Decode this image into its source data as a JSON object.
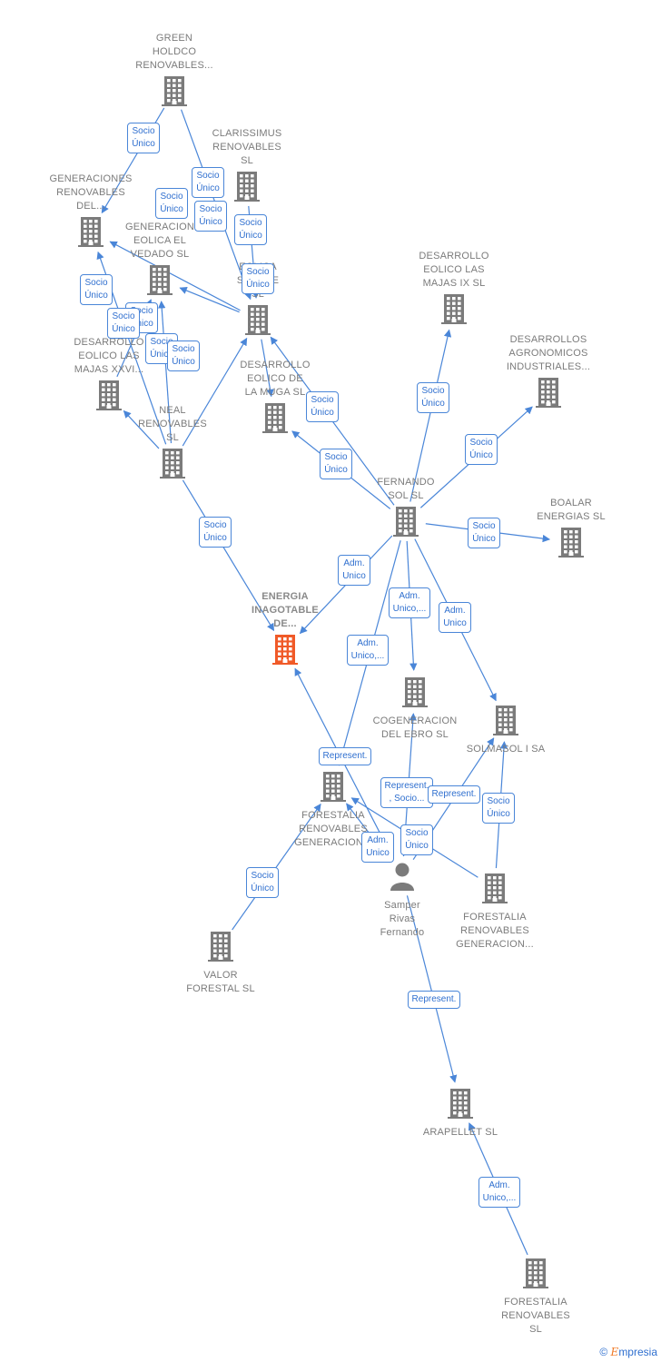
{
  "colors": {
    "edge": "#4a86d8",
    "node": "#7b7b7b",
    "main_node": "#f05a28"
  },
  "nodes": [
    {
      "id": "green",
      "label": "GREEN\nHOLDCO\nRENOVABLES...",
      "type": "company"
    },
    {
      "id": "clarissimus",
      "label": "CLARISSIMUS\nRENOVABLES\nSL",
      "type": "company"
    },
    {
      "id": "generaciones",
      "label": "GENERACIONES\nRENOVABLES\nDEL...",
      "type": "company"
    },
    {
      "id": "generacion_vedado",
      "label": "GENERACION\nEOLICA EL\nVEDADO SL",
      "type": "company"
    },
    {
      "id": "eolica_sol",
      "label": "EOLICA\nSOL...LE\nSL",
      "type": "company"
    },
    {
      "id": "desarrollo_xxvi",
      "label": "DESARROLLO\nEOLICO LAS\nMAJAS XXVI...",
      "type": "company"
    },
    {
      "id": "neal",
      "label": "NEAL\nRENOVABLES\nSL",
      "type": "company"
    },
    {
      "id": "desarrollo_muga",
      "label": "DESARROLLO\nEOLICO DE\nLA MUGA SL",
      "type": "company"
    },
    {
      "id": "desarrollo_ix",
      "label": "DESARROLLO\nEOLICO LAS\nMAJAS IX  SL",
      "type": "company"
    },
    {
      "id": "desarrollos_agro",
      "label": "DESARROLLOS\nAGRONOMICOS\nINDUSTRIALES...",
      "type": "company"
    },
    {
      "id": "fernando_sol",
      "label": "FERNANDO\nSOL SL",
      "type": "company"
    },
    {
      "id": "boalar",
      "label": "BOALAR\nENERGIAS  SL",
      "type": "company"
    },
    {
      "id": "energia",
      "label": "ENERGIA\nINAGOTABLE\nDE...",
      "type": "main"
    },
    {
      "id": "cogeneracion",
      "label": "COGENERACION\nDEL EBRO  SL",
      "type": "company"
    },
    {
      "id": "solmasol",
      "label": "SOLMASOL I SA",
      "type": "company"
    },
    {
      "id": "forestalia_gen1",
      "label": "FORESTALIA\nRENOVABLES\nGENERACION...",
      "type": "company"
    },
    {
      "id": "samper",
      "label": "Samper\nRivas\nFernando",
      "type": "person"
    },
    {
      "id": "forestalia_gen2",
      "label": "FORESTALIA\nRENOVABLES\nGENERACION...",
      "type": "company"
    },
    {
      "id": "valor",
      "label": "VALOR\nFORESTAL SL",
      "type": "company"
    },
    {
      "id": "arapellet",
      "label": "ARAPELLET  SL",
      "type": "company"
    },
    {
      "id": "forestalia_sl",
      "label": "FORESTALIA\nRENOVABLES\nSL",
      "type": "company"
    }
  ],
  "edges": [
    {
      "from": "green",
      "to": "generaciones",
      "label": "Socio\nÚnico"
    },
    {
      "from": "green",
      "to": "eolica_sol",
      "label": "Socio\nÚnico"
    },
    {
      "from": "clarissimus",
      "to": "eolica_sol",
      "label": "Socio\nÚnico"
    },
    {
      "from": "eolica_sol",
      "to": "generacion_vedado",
      "label": "Socio\nÚnico"
    },
    {
      "from": "eolica_sol",
      "to": "desarrollo_muga",
      "label": "Socio\nÚnico"
    },
    {
      "from": "eolica_sol",
      "to": "generaciones",
      "label": "Socio\nÚnico"
    },
    {
      "from": "neal",
      "to": "generaciones",
      "label": "Socio\nÚnico"
    },
    {
      "from": "neal",
      "to": "generacion_vedado",
      "label": "Socio\nÚnico"
    },
    {
      "from": "neal",
      "to": "eolica_sol",
      "label": "Socio\nÚnico"
    },
    {
      "from": "neal",
      "to": "desarrollo_xxvi",
      "label": "Socio\nÚnico"
    },
    {
      "from": "desarrollo_xxvi",
      "to": "generacion_vedado",
      "label": "Socio\nÚnico"
    },
    {
      "from": "neal",
      "to": "energia",
      "label": "Socio\nÚnico"
    },
    {
      "from": "fernando_sol",
      "to": "eolica_sol",
      "label": "Socio\nÚnico"
    },
    {
      "from": "fernando_sol",
      "to": "desarrollo_muga",
      "label": "Socio\nÚnico"
    },
    {
      "from": "fernando_sol",
      "to": "desarrollo_ix",
      "label": "Socio\nÚnico"
    },
    {
      "from": "fernando_sol",
      "to": "desarrollos_agro",
      "label": "Socio\nÚnico"
    },
    {
      "from": "fernando_sol",
      "to": "boalar",
      "label": "Socio\nÚnico"
    },
    {
      "from": "fernando_sol",
      "to": "energia",
      "label": "Adm.\nUnico"
    },
    {
      "from": "fernando_sol",
      "to": "cogeneracion",
      "label": "Adm.\nUnico,..."
    },
    {
      "from": "fernando_sol",
      "to": "solmasol",
      "label": "Adm.\nUnico"
    },
    {
      "from": "fernando_sol",
      "to": "forestalia_gen1",
      "label": "Adm.\nUnico,..."
    },
    {
      "from": "samper",
      "to": "energia",
      "label": "Represent."
    },
    {
      "from": "samper",
      "to": "cogeneracion",
      "label": "Represent.\n, Socio..."
    },
    {
      "from": "samper",
      "to": "solmasol",
      "label": "Represent."
    },
    {
      "from": "samper",
      "to": "forestalia_gen1",
      "label": "Adm.\nUnico"
    },
    {
      "from": "forestalia_gen2",
      "to": "forestalia_gen1",
      "label": "Socio\nÚnico"
    },
    {
      "from": "forestalia_gen2",
      "to": "solmasol",
      "label": "Socio\nÚnico"
    },
    {
      "from": "valor",
      "to": "forestalia_gen1",
      "label": "Socio\nÚnico"
    },
    {
      "from": "samper",
      "to": "arapellet",
      "label": "Represent."
    },
    {
      "from": "forestalia_sl",
      "to": "arapellet",
      "label": "Adm.\nUnico,..."
    }
  ],
  "footer": {
    "copyright": "©",
    "brand_first": "E",
    "brand_rest": "mpresia"
  }
}
